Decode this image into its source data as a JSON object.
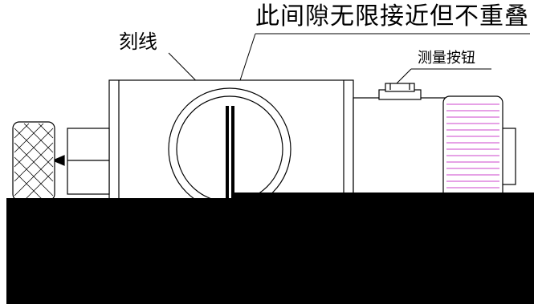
{
  "labels": {
    "gap": "此间隙无限接近但不重叠",
    "score_line": "刻线",
    "measure_button": "测量按钮"
  },
  "colors": {
    "line": "#000000",
    "knob_stripe": "#cc44cc",
    "marker": "#1a1aff",
    "background": "#ffffff"
  }
}
